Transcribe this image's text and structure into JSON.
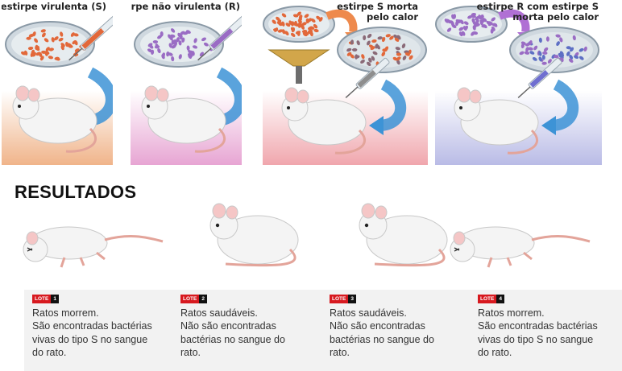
{
  "panels": [
    {
      "lines": [
        "estirpe virulenta (S)"
      ],
      "bg_top": "#ffffff",
      "bg_bottom": "#f0b48a",
      "dish": "orange"
    },
    {
      "lines": [
        "estirpe não virulenta (R)"
      ],
      "bg_top": "#ffffff",
      "bg_bottom": "#e7a5d3",
      "dish": "purple"
    },
    {
      "lines": [
        "estirpe S morta",
        "pelo calor"
      ],
      "bg_top": "#ffffff",
      "bg_bottom": "#f0a6ad",
      "dish": "orange"
    },
    {
      "lines": [
        "estirpe R com estirpe S",
        "morta pelo calor"
      ],
      "bg_top": "#ffffff",
      "bg_bottom": "#b9bbe6",
      "dish": "purple"
    }
  ],
  "results_title": "RESULTADOS",
  "results": [
    {
      "lote_label": "LOTE",
      "lote_num": "1",
      "status": "dead",
      "lines": [
        "Ratos morrem.",
        "São encontradas bactérias",
        "vivas do tipo S no sangue",
        "do rato."
      ]
    },
    {
      "lote_label": "LOTE",
      "lote_num": "2",
      "status": "alive",
      "lines": [
        "Ratos saudáveis.",
        "Não são encontradas",
        "bactérias no sangue do",
        "rato."
      ]
    },
    {
      "lote_label": "LOTE",
      "lote_num": "3",
      "status": "alive",
      "lines": [
        "Ratos saudáveis.",
        "Não são encontradas",
        "bactérias no sangue do",
        "rato."
      ]
    },
    {
      "lote_label": "LOTE",
      "lote_num": "4",
      "status": "dead",
      "lines": [
        "Ratos morrem.",
        "São encontradas bactérias",
        "vivas do tipo S no sangue",
        "do rato."
      ]
    }
  ],
  "colors": {
    "s_bacteria": "#e2683a",
    "r_bacteria": "#9a6cc4",
    "arrow_blue": "#3d93d6",
    "lote_red": "#d7191f"
  }
}
